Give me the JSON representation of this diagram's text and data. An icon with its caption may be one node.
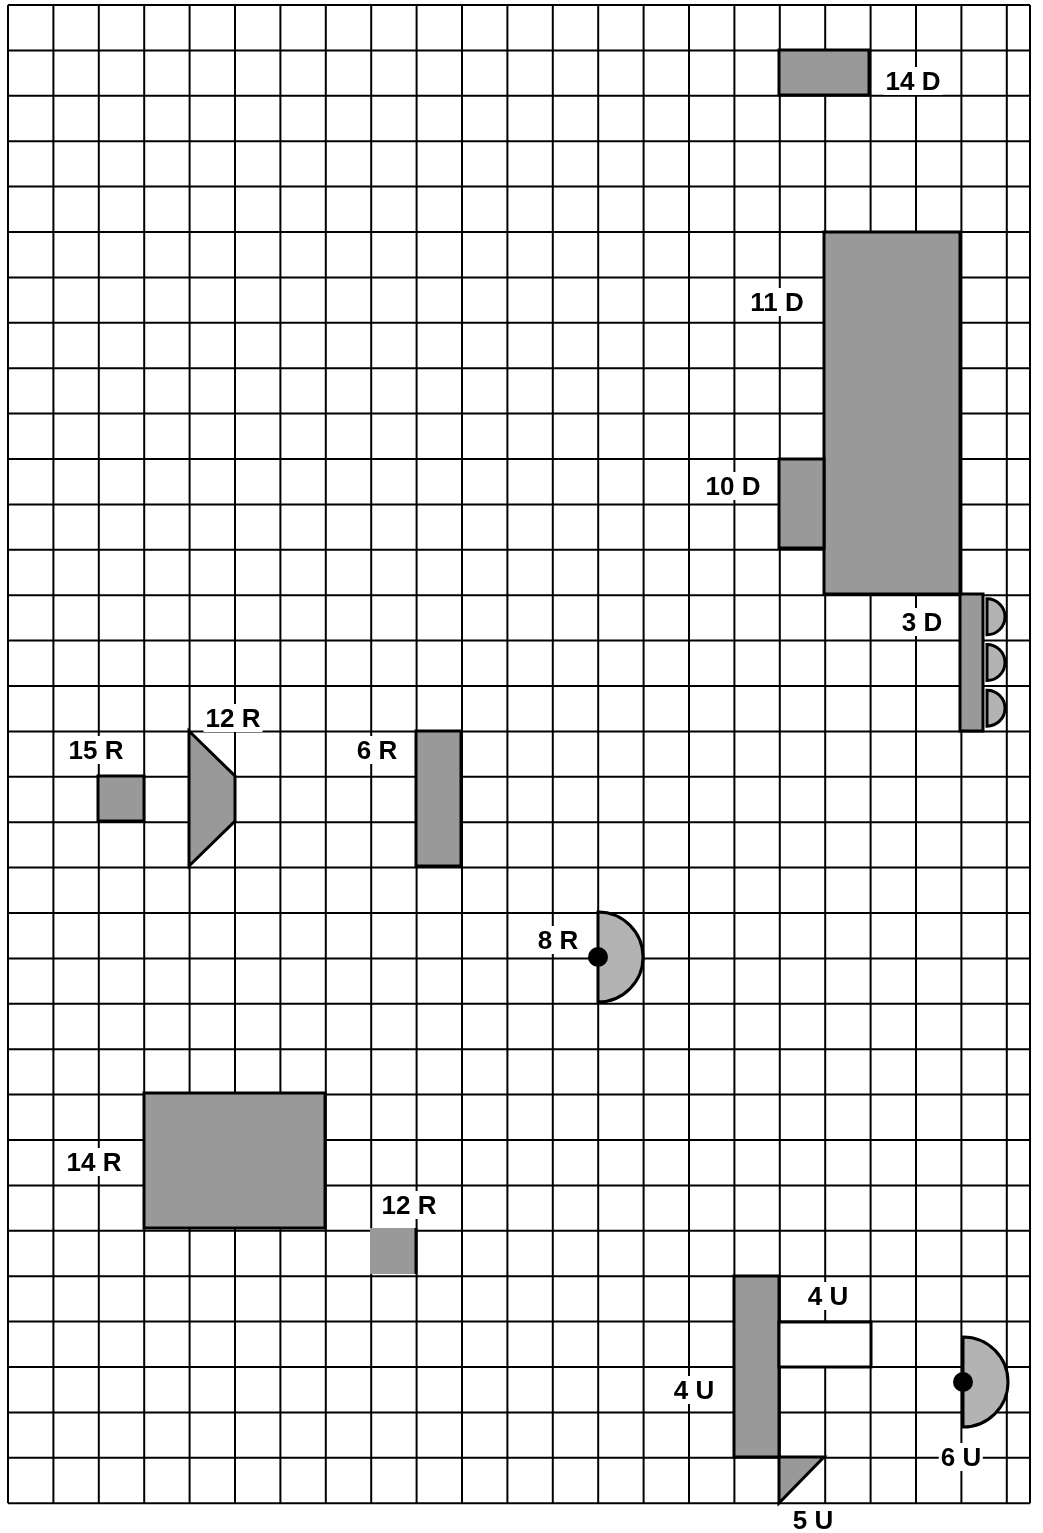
{
  "diagram": {
    "nodes": [
      {
        "text": [
          "14 D"
        ]
      },
      {
        "text": [
          "11 D"
        ]
      },
      {
        "text": [
          "10 D"
        ]
      },
      {
        "text": [
          "3 D"
        ]
      },
      {
        "text": [
          "12 R"
        ]
      },
      {
        "text": [
          "15 R"
        ]
      },
      {
        "text": [
          "6 R"
        ]
      },
      {
        "text": [
          "8 R"
        ]
      },
      {
        "text": [
          "14 R"
        ]
      },
      {
        "text": [
          "12 R"
        ]
      },
      {
        "text": [
          "4 U"
        ]
      },
      {
        "text": [
          "4 U"
        ]
      },
      {
        "text": [
          "5 U"
        ]
      },
      {
        "text": [
          "6 U"
        ]
      }
    ]
  }
}
